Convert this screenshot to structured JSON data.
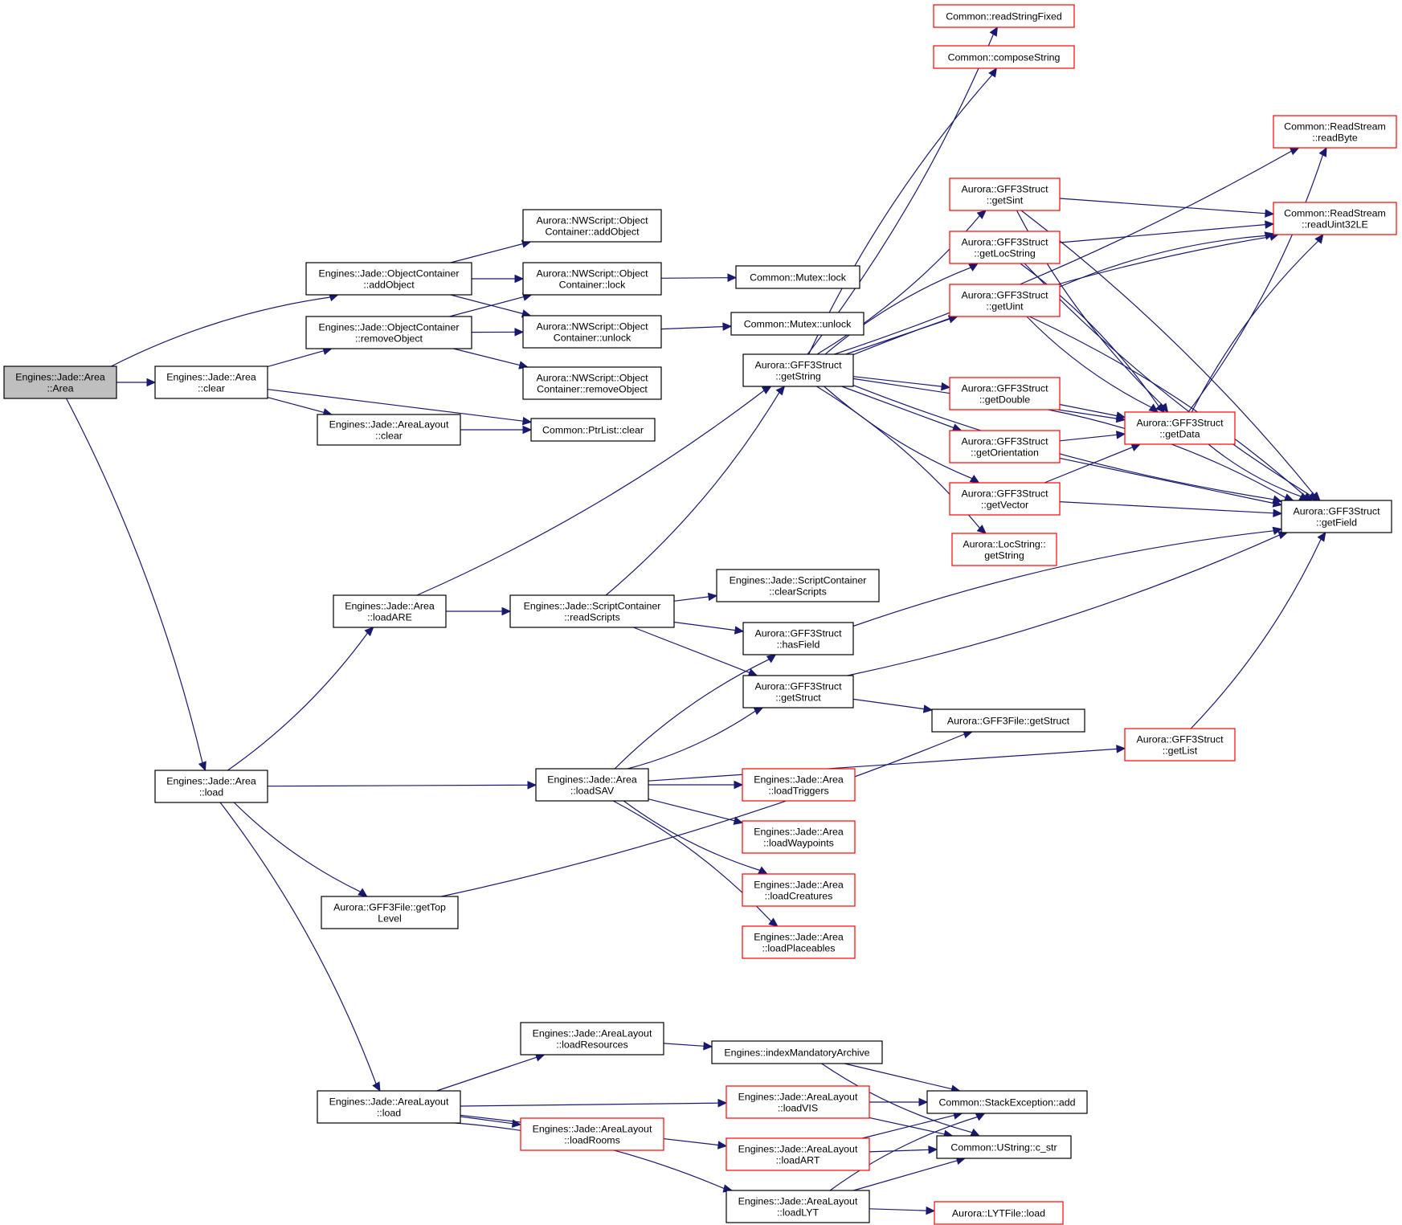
{
  "colors": {
    "edge": "#191970",
    "node_border_default": "#000000",
    "node_border_truncated": "#ff0000",
    "root_fill": "#bfbfbf",
    "node_fill": "#ffffff"
  },
  "nodes": [
    {
      "id": "root",
      "lines": [
        "Engines::Jade::Area",
        "::Area"
      ],
      "style": "root"
    },
    {
      "id": "area_clear",
      "lines": [
        "Engines::Jade::Area",
        "::clear"
      ],
      "style": "default"
    },
    {
      "id": "area_load",
      "lines": [
        "Engines::Jade::Area",
        "::load"
      ],
      "style": "default"
    },
    {
      "id": "oc_addObject",
      "lines": [
        "Engines::Jade::ObjectContainer",
        "::addObject"
      ],
      "style": "default"
    },
    {
      "id": "oc_removeObject",
      "lines": [
        "Engines::Jade::ObjectContainer",
        "::removeObject"
      ],
      "style": "default"
    },
    {
      "id": "al_clear",
      "lines": [
        "Engines::Jade::AreaLayout",
        "::clear"
      ],
      "style": "default"
    },
    {
      "id": "ptrlist_clear",
      "lines": [
        "Common::PtrList::clear"
      ],
      "style": "default"
    },
    {
      "id": "nws_addObject",
      "lines": [
        "Aurora::NWScript::Object",
        "Container::addObject"
      ],
      "style": "default"
    },
    {
      "id": "nws_lock",
      "lines": [
        "Aurora::NWScript::Object",
        "Container::lock"
      ],
      "style": "default"
    },
    {
      "id": "nws_unlock",
      "lines": [
        "Aurora::NWScript::Object",
        "Container::unlock"
      ],
      "style": "default"
    },
    {
      "id": "nws_removeObject",
      "lines": [
        "Aurora::NWScript::Object",
        "Container::removeObject"
      ],
      "style": "default"
    },
    {
      "id": "mutex_lock",
      "lines": [
        "Common::Mutex::lock"
      ],
      "style": "default"
    },
    {
      "id": "mutex_unlock",
      "lines": [
        "Common::Mutex::unlock"
      ],
      "style": "default"
    },
    {
      "id": "loadARE",
      "lines": [
        "Engines::Jade::Area",
        "::loadARE"
      ],
      "style": "default"
    },
    {
      "id": "readScripts",
      "lines": [
        "Engines::Jade::ScriptContainer",
        "::readScripts"
      ],
      "style": "default"
    },
    {
      "id": "clearScripts",
      "lines": [
        "Engines::Jade::ScriptContainer",
        "::clearScripts"
      ],
      "style": "default"
    },
    {
      "id": "getString",
      "lines": [
        "Aurora::GFF3Struct",
        "::getString"
      ],
      "style": "default"
    },
    {
      "id": "hasField",
      "lines": [
        "Aurora::GFF3Struct",
        "::hasField"
      ],
      "style": "default"
    },
    {
      "id": "getStruct",
      "lines": [
        "Aurora::GFF3Struct",
        "::getStruct"
      ],
      "style": "default"
    },
    {
      "id": "file_getStruct",
      "lines": [
        "Aurora::GFF3File::getStruct"
      ],
      "style": "default"
    },
    {
      "id": "getList",
      "lines": [
        "Aurora::GFF3Struct",
        "::getList"
      ],
      "style": "truncated"
    },
    {
      "id": "readStringFixed",
      "lines": [
        "Common::readStringFixed"
      ],
      "style": "truncated"
    },
    {
      "id": "composeString",
      "lines": [
        "Common::composeString"
      ],
      "style": "truncated"
    },
    {
      "id": "readByte",
      "lines": [
        "Common::ReadStream",
        "::readByte"
      ],
      "style": "truncated"
    },
    {
      "id": "readUint32LE",
      "lines": [
        "Common::ReadStream",
        "::readUint32LE"
      ],
      "style": "truncated"
    },
    {
      "id": "getSint",
      "lines": [
        "Aurora::GFF3Struct",
        "::getSint"
      ],
      "style": "truncated"
    },
    {
      "id": "getLocString",
      "lines": [
        "Aurora::GFF3Struct",
        "::getLocString"
      ],
      "style": "truncated"
    },
    {
      "id": "getUint",
      "lines": [
        "Aurora::GFF3Struct",
        "::getUint"
      ],
      "style": "truncated"
    },
    {
      "id": "getDouble",
      "lines": [
        "Aurora::GFF3Struct",
        "::getDouble"
      ],
      "style": "truncated"
    },
    {
      "id": "getOrientation",
      "lines": [
        "Aurora::GFF3Struct",
        "::getOrientation"
      ],
      "style": "truncated"
    },
    {
      "id": "getVector",
      "lines": [
        "Aurora::GFF3Struct",
        "::getVector"
      ],
      "style": "truncated"
    },
    {
      "id": "locstring_getString",
      "lines": [
        "Aurora::LocString::",
        "getString"
      ],
      "style": "truncated"
    },
    {
      "id": "getData",
      "lines": [
        "Aurora::GFF3Struct",
        "::getData"
      ],
      "style": "truncated"
    },
    {
      "id": "getField",
      "lines": [
        "Aurora::GFF3Struct",
        "::getField"
      ],
      "style": "default"
    },
    {
      "id": "loadSAV",
      "lines": [
        "Engines::Jade::Area",
        "::loadSAV"
      ],
      "style": "default"
    },
    {
      "id": "loadTriggers",
      "lines": [
        "Engines::Jade::Area",
        "::loadTriggers"
      ],
      "style": "truncated"
    },
    {
      "id": "loadWaypoints",
      "lines": [
        "Engines::Jade::Area",
        "::loadWaypoints"
      ],
      "style": "truncated"
    },
    {
      "id": "loadCreatures",
      "lines": [
        "Engines::Jade::Area",
        "::loadCreatures"
      ],
      "style": "truncated"
    },
    {
      "id": "loadPlaceables",
      "lines": [
        "Engines::Jade::Area",
        "::loadPlaceables"
      ],
      "style": "truncated"
    },
    {
      "id": "getTopLevel",
      "lines": [
        "Aurora::GFF3File::getTop",
        "Level"
      ],
      "style": "default"
    },
    {
      "id": "al_loadResources",
      "lines": [
        "Engines::Jade::AreaLayout",
        "::loadResources"
      ],
      "style": "default"
    },
    {
      "id": "indexMandatoryArchive",
      "lines": [
        "Engines::indexMandatoryArchive"
      ],
      "style": "default"
    },
    {
      "id": "al_load",
      "lines": [
        "Engines::Jade::AreaLayout",
        "::load"
      ],
      "style": "default"
    },
    {
      "id": "al_loadVIS",
      "lines": [
        "Engines::Jade::AreaLayout",
        "::loadVIS"
      ],
      "style": "truncated"
    },
    {
      "id": "al_loadRooms",
      "lines": [
        "Engines::Jade::AreaLayout",
        "::loadRooms"
      ],
      "style": "truncated"
    },
    {
      "id": "al_loadART",
      "lines": [
        "Engines::Jade::AreaLayout",
        "::loadART"
      ],
      "style": "truncated"
    },
    {
      "id": "al_loadLYT",
      "lines": [
        "Engines::Jade::AreaLayout",
        "::loadLYT"
      ],
      "style": "default"
    },
    {
      "id": "stackexception_add",
      "lines": [
        "Common::StackException::add"
      ],
      "style": "default"
    },
    {
      "id": "ustring_c_str",
      "lines": [
        "Common::UString::c_str"
      ],
      "style": "default"
    },
    {
      "id": "lytfile_load",
      "lines": [
        "Aurora::LYTFile::load"
      ],
      "style": "truncated"
    }
  ],
  "edges": [
    [
      "root",
      "oc_addObject"
    ],
    [
      "root",
      "area_clear"
    ],
    [
      "root",
      "area_load"
    ],
    [
      "area_clear",
      "oc_removeObject"
    ],
    [
      "area_clear",
      "ptrlist_clear"
    ],
    [
      "area_clear",
      "al_clear"
    ],
    [
      "oc_addObject",
      "nws_addObject"
    ],
    [
      "oc_addObject",
      "nws_lock"
    ],
    [
      "oc_addObject",
      "nws_unlock"
    ],
    [
      "oc_removeObject",
      "nws_lock"
    ],
    [
      "oc_removeObject",
      "nws_unlock"
    ],
    [
      "oc_removeObject",
      "nws_removeObject"
    ],
    [
      "nws_lock",
      "mutex_lock"
    ],
    [
      "nws_unlock",
      "mutex_unlock"
    ],
    [
      "al_clear",
      "ptrlist_clear"
    ],
    [
      "area_load",
      "loadARE"
    ],
    [
      "area_load",
      "loadSAV"
    ],
    [
      "area_load",
      "getTopLevel"
    ],
    [
      "area_load",
      "al_load"
    ],
    [
      "loadARE",
      "getString"
    ],
    [
      "loadARE",
      "readScripts"
    ],
    [
      "readScripts",
      "getString"
    ],
    [
      "readScripts",
      "clearScripts"
    ],
    [
      "readScripts",
      "hasField"
    ],
    [
      "readScripts",
      "getStruct"
    ],
    [
      "getString",
      "readStringFixed"
    ],
    [
      "getString",
      "composeString"
    ],
    [
      "getString",
      "readByte"
    ],
    [
      "getString",
      "readUint32LE"
    ],
    [
      "getString",
      "getSint"
    ],
    [
      "getString",
      "getLocString"
    ],
    [
      "getString",
      "getUint"
    ],
    [
      "getString",
      "getDouble"
    ],
    [
      "getString",
      "getData"
    ],
    [
      "getString",
      "getOrientation"
    ],
    [
      "getString",
      "getVector"
    ],
    [
      "getString",
      "locstring_getString"
    ],
    [
      "getString",
      "getField"
    ],
    [
      "getSint",
      "readUint32LE"
    ],
    [
      "getSint",
      "getData"
    ],
    [
      "getSint",
      "getField"
    ],
    [
      "getLocString",
      "readUint32LE"
    ],
    [
      "getLocString",
      "getData"
    ],
    [
      "getLocString",
      "getField"
    ],
    [
      "getUint",
      "readUint32LE"
    ],
    [
      "getUint",
      "getData"
    ],
    [
      "getUint",
      "getField"
    ],
    [
      "getDouble",
      "getData"
    ],
    [
      "getDouble",
      "getField"
    ],
    [
      "getOrientation",
      "getData"
    ],
    [
      "getOrientation",
      "getField"
    ],
    [
      "getVector",
      "getData"
    ],
    [
      "getVector",
      "getField"
    ],
    [
      "getData",
      "readByte"
    ],
    [
      "getData",
      "readUint32LE"
    ],
    [
      "getData",
      "getField"
    ],
    [
      "hasField",
      "getField"
    ],
    [
      "getStruct",
      "getField"
    ],
    [
      "getStruct",
      "file_getStruct"
    ],
    [
      "getList",
      "getField"
    ],
    [
      "loadSAV",
      "hasField"
    ],
    [
      "loadSAV",
      "getStruct"
    ],
    [
      "loadSAV",
      "getList"
    ],
    [
      "loadSAV",
      "loadTriggers"
    ],
    [
      "loadSAV",
      "loadWaypoints"
    ],
    [
      "loadSAV",
      "loadCreatures"
    ],
    [
      "loadSAV",
      "loadPlaceables"
    ],
    [
      "getTopLevel",
      "file_getStruct"
    ],
    [
      "al_load",
      "al_loadResources"
    ],
    [
      "al_load",
      "al_loadVIS"
    ],
    [
      "al_load",
      "al_loadRooms"
    ],
    [
      "al_load",
      "al_loadART"
    ],
    [
      "al_load",
      "al_loadLYT"
    ],
    [
      "al_loadResources",
      "indexMandatoryArchive"
    ],
    [
      "indexMandatoryArchive",
      "stackexception_add"
    ],
    [
      "indexMandatoryArchive",
      "ustring_c_str"
    ],
    [
      "al_loadVIS",
      "stackexception_add"
    ],
    [
      "al_loadVIS",
      "ustring_c_str"
    ],
    [
      "al_loadART",
      "stackexception_add"
    ],
    [
      "al_loadART",
      "ustring_c_str"
    ],
    [
      "al_loadLYT",
      "stackexception_add"
    ],
    [
      "al_loadLYT",
      "ustring_c_str"
    ],
    [
      "al_loadLYT",
      "lytfile_load"
    ]
  ]
}
